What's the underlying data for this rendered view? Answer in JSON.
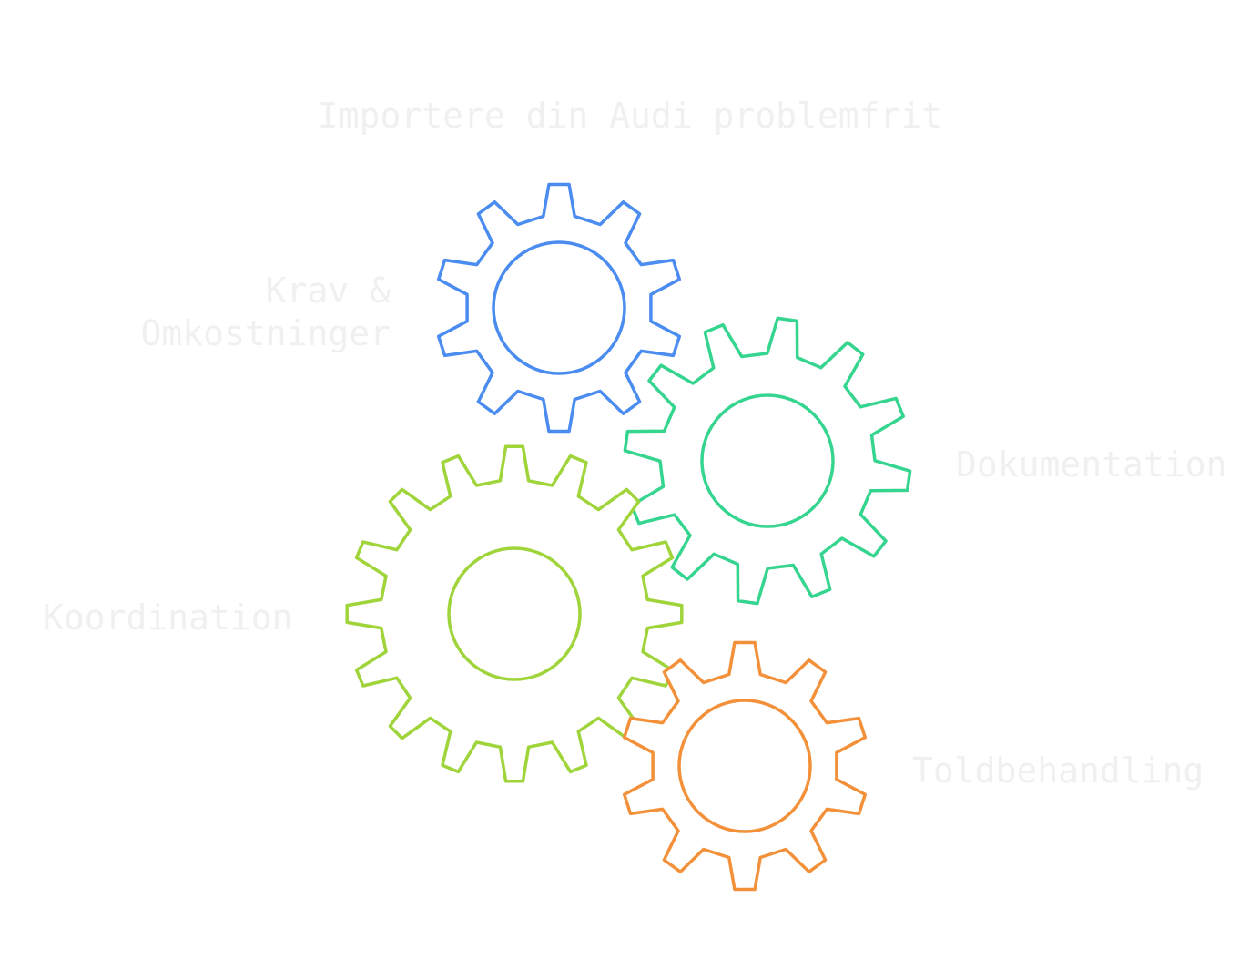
{
  "title": "Importere din Audi problemfrit",
  "gears": [
    {
      "id": "blue",
      "color": "#4a8cf0",
      "teeth": 10,
      "label_lines": [
        "Krav &",
        "Omkostninger"
      ]
    },
    {
      "id": "teal",
      "color": "#36d58f",
      "teeth": 12,
      "label_lines": [
        "Dokumentation"
      ]
    },
    {
      "id": "lime",
      "color": "#9fd43a",
      "teeth": 16,
      "label_lines": [
        "Koordination"
      ]
    },
    {
      "id": "orange",
      "color": "#f3913a",
      "teeth": 10,
      "label_lines": [
        "Toldbehandling"
      ]
    }
  ]
}
